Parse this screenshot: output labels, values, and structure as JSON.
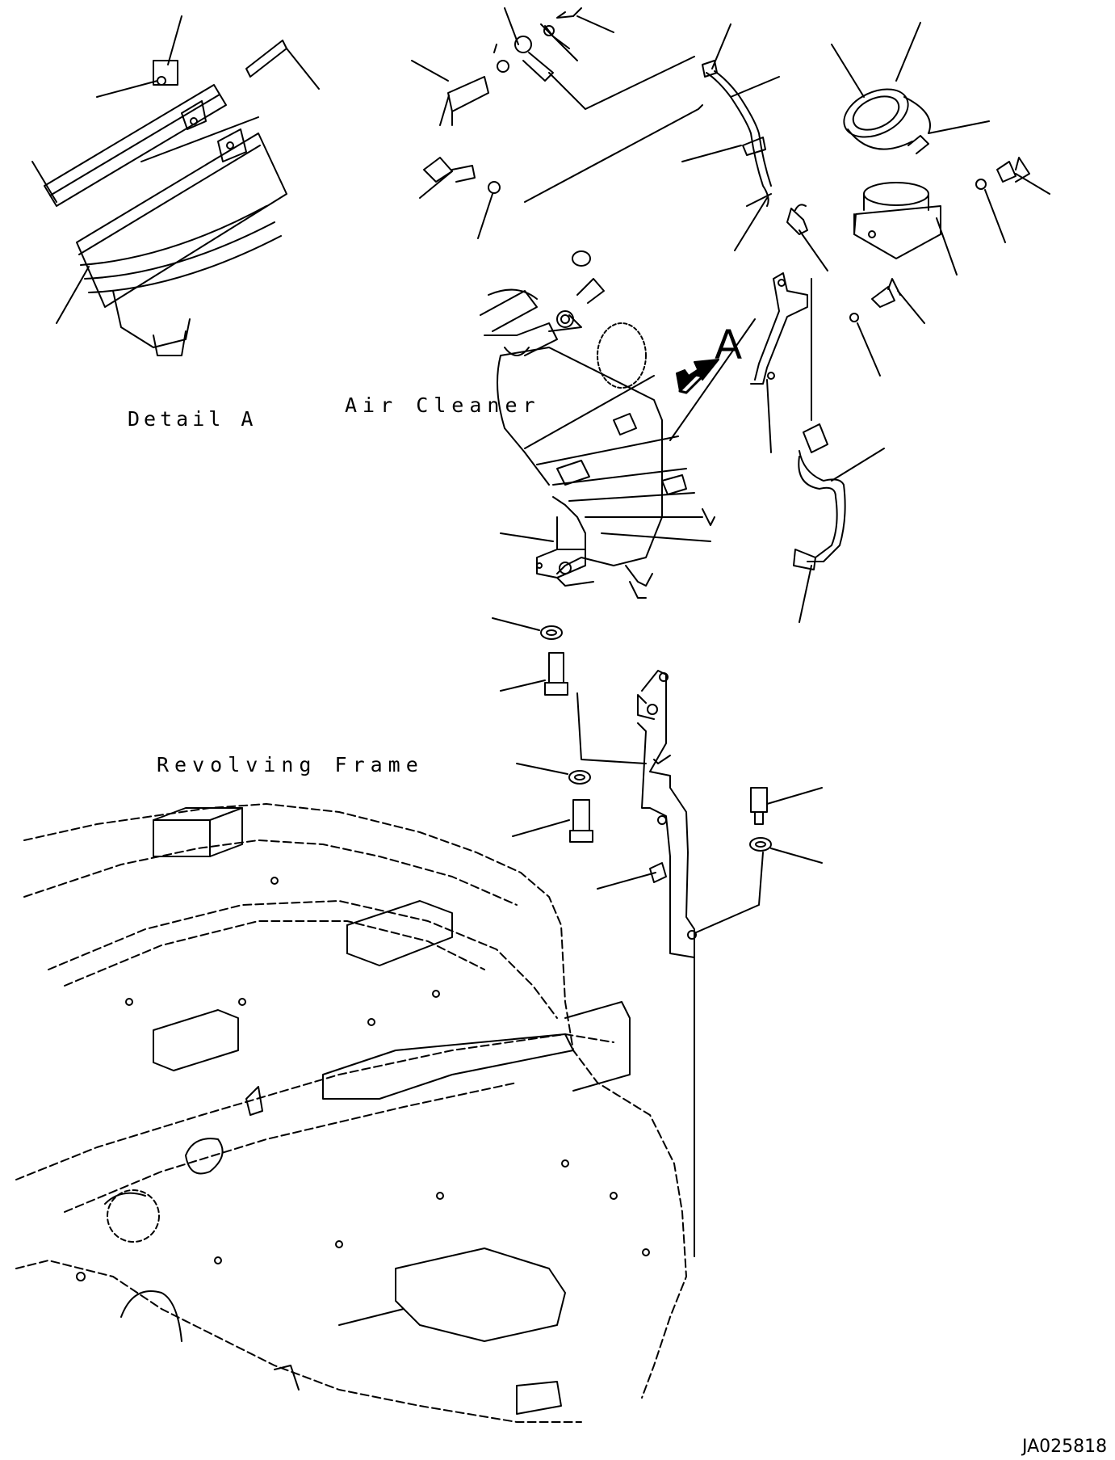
{
  "labels": {
    "detail": "Detail A",
    "air_cleaner": "Air Cleaner",
    "revolving_frame": "Revolving Frame",
    "view_marker": "A",
    "drawing_id": "JA025818"
  },
  "colors": {
    "line": "#000000",
    "background": "#ffffff"
  }
}
